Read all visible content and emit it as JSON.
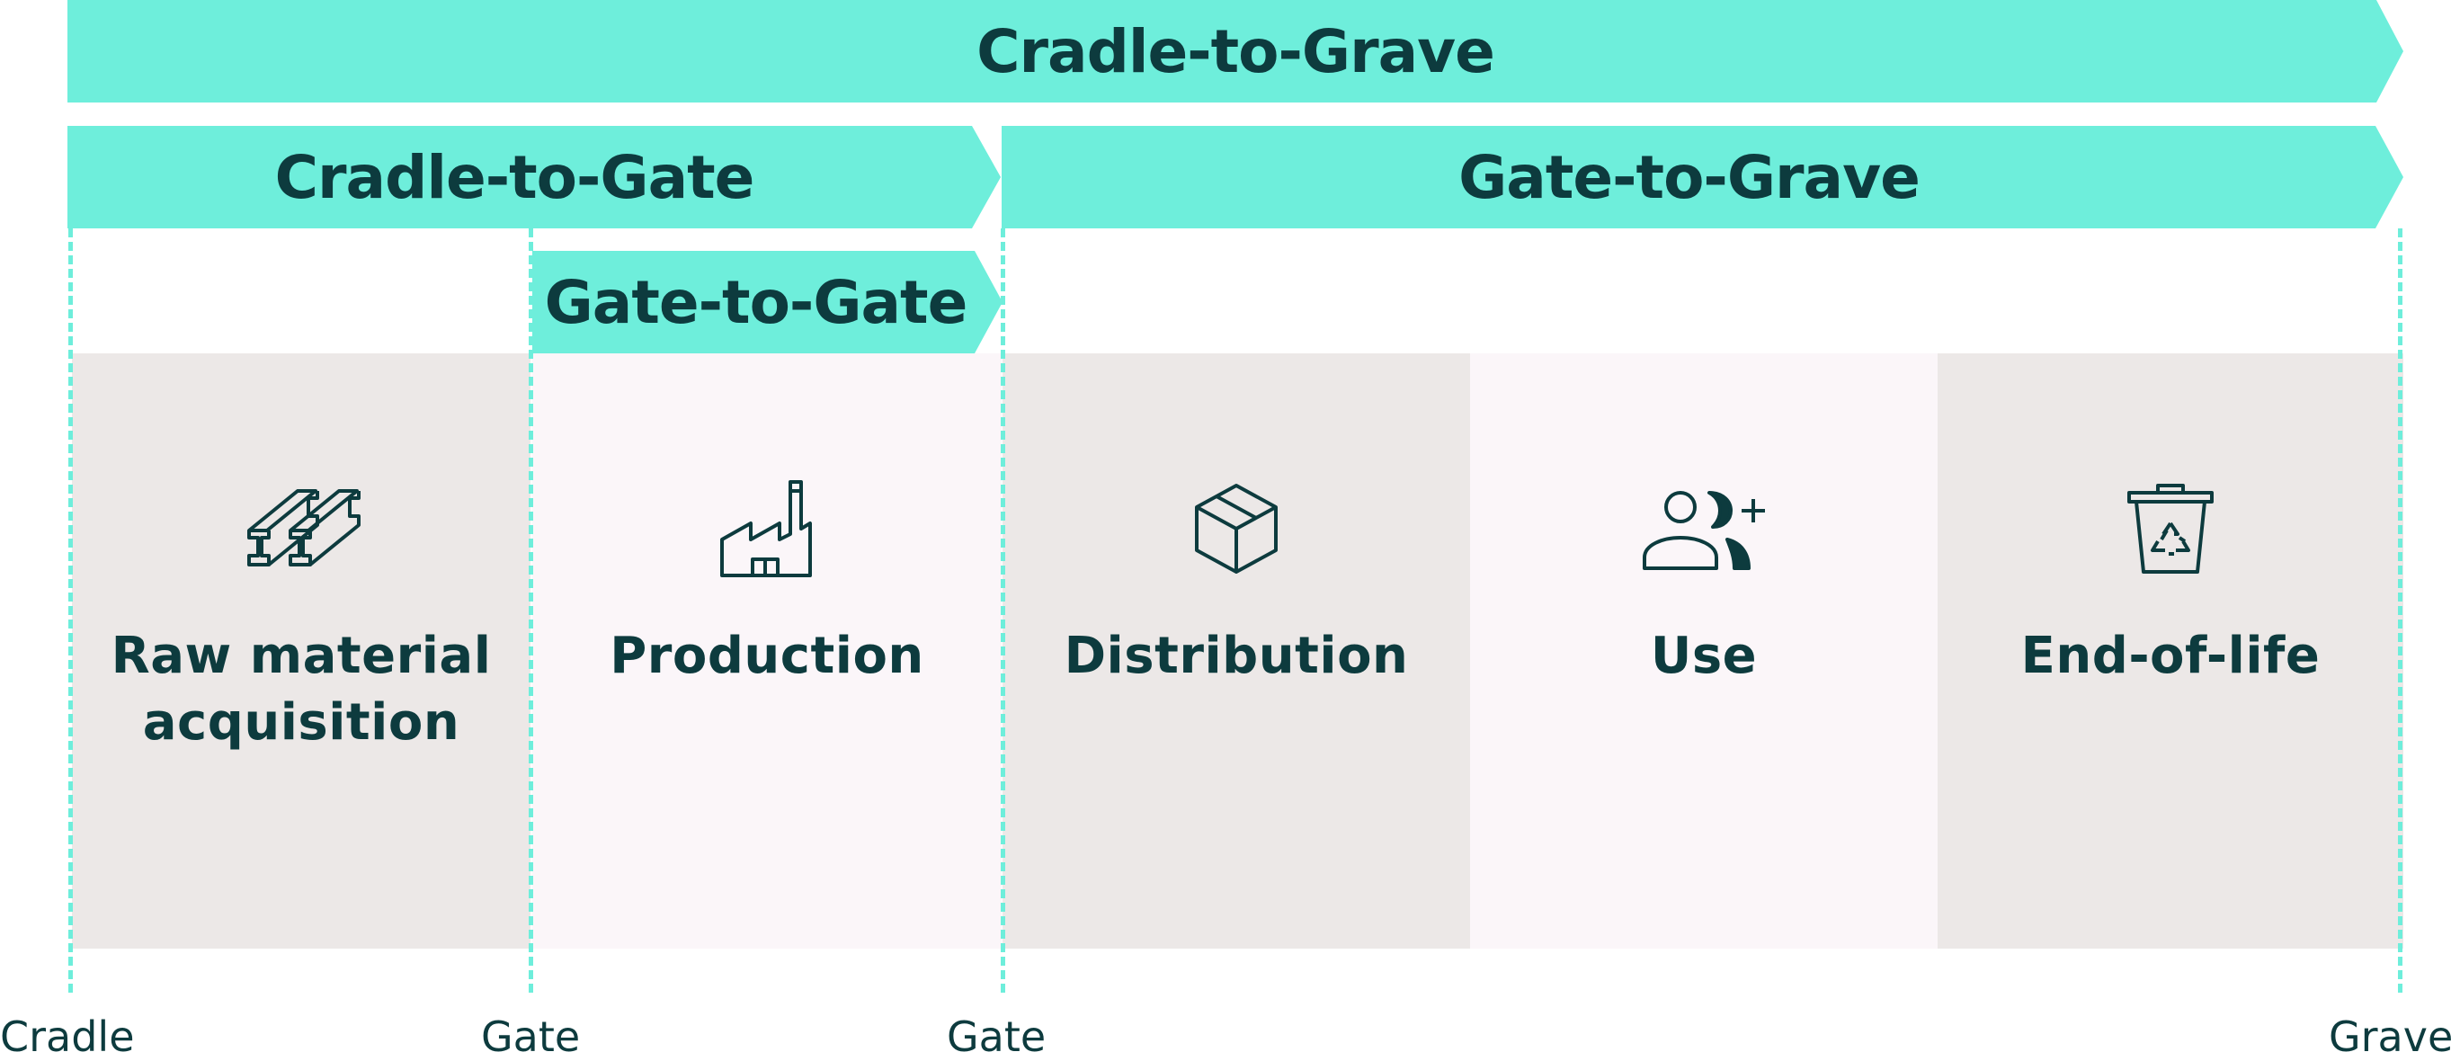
{
  "scopes": {
    "cradle_to_grave": "Cradle-to-Grave",
    "cradle_to_gate": "Cradle-to-Gate",
    "gate_to_grave": "Gate-to-Grave",
    "gate_to_gate": "Gate-to-Gate"
  },
  "stages": [
    {
      "label": "Raw material\nacquisition",
      "icon": "steel-beams-icon"
    },
    {
      "label": "Production",
      "icon": "factory-icon"
    },
    {
      "label": "Distribution",
      "icon": "box-icon"
    },
    {
      "label": "Use",
      "icon": "users-add-icon"
    },
    {
      "label": "End-of-life",
      "icon": "recycling-bin-icon"
    }
  ],
  "markers": [
    "Cradle",
    "Gate",
    "Gate",
    "Grave"
  ],
  "colors": {
    "arrow": "#6eeedb",
    "text": "#0d3b3e",
    "stage_dark": "#ece8e7",
    "stage_light": "#fbf6f9"
  }
}
